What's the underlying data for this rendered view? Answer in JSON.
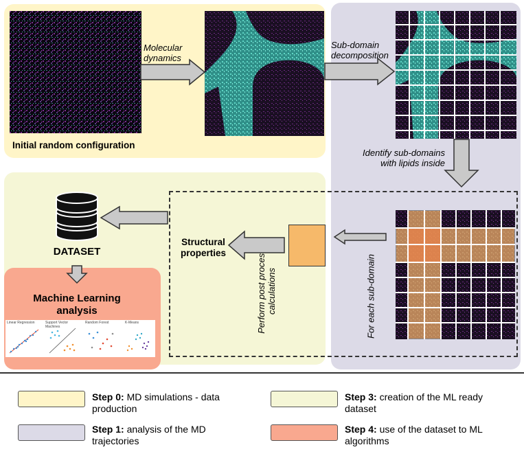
{
  "labels": {
    "initial_config": "Initial random configuration",
    "molecular_dynamics": "Molecular dynamics",
    "subdomain_decomposition": "Sub-domain decomposition",
    "identify_subdomains": "Identify sub-domains with lipids inside",
    "for_each_subdomain": "For each sub-domain",
    "post_process": "Perform post process calculations",
    "structural_properties": "Structural properties",
    "dataset": "DATASET",
    "ml_analysis": "Machine Learning analysis"
  },
  "ml_thumbnails": [
    {
      "title": "Linear Regression"
    },
    {
      "title": "Support Vector Machines"
    },
    {
      "title": "Random Forest"
    },
    {
      "title": "K-Means"
    }
  ],
  "legend": [
    {
      "step": "Step 0:",
      "text": "MD simulations - data production",
      "color": "#fff5c8"
    },
    {
      "step": "Step 1:",
      "text": "analysis of the MD trajectories",
      "color": "#dcdae7"
    },
    {
      "step": "Step 3:",
      "text": "creation of the ML ready dataset",
      "color": "#f5f6d6"
    },
    {
      "step": "Step 4:",
      "text": "use of the dataset to ML algorithms",
      "color": "#f9a88f"
    }
  ],
  "colors": {
    "step0": "#fff5c8",
    "step1": "#dcdae7",
    "step3": "#f5f6d6",
    "step4": "#f9a88f",
    "lipid_cyan": "#5fd6c6",
    "solvent_purple": "#7a2f8f",
    "selected_orange": "#e8824a",
    "calc_box": "#f6b96a"
  }
}
